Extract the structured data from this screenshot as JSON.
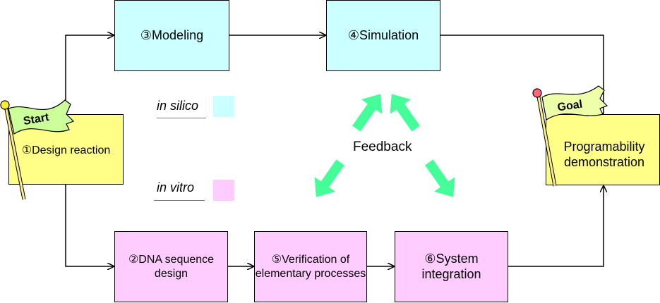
{
  "boxes": {
    "design_reaction": "①Design reaction",
    "dna_design": "②DNA sequence design",
    "modeling": "③Modeling",
    "simulation": "④Simulation",
    "verification": "⑤Verification of elementary processes",
    "system_integration": "⑥System integration",
    "programability": "Programability demonstration"
  },
  "flags": {
    "start": "Start",
    "goal": "Goal"
  },
  "legend": {
    "in_silico": "in silico",
    "in_vitro": "in vitro",
    "in_silico_color": "#ccffff",
    "in_vitro_color": "#ffccff"
  },
  "feedback": {
    "label": "Feedback",
    "arrow_color": "#44ff99"
  },
  "colors": {
    "start_box": "#ffff88",
    "start_flag": "#ccff99",
    "goal_flag": "#eeffaa"
  }
}
